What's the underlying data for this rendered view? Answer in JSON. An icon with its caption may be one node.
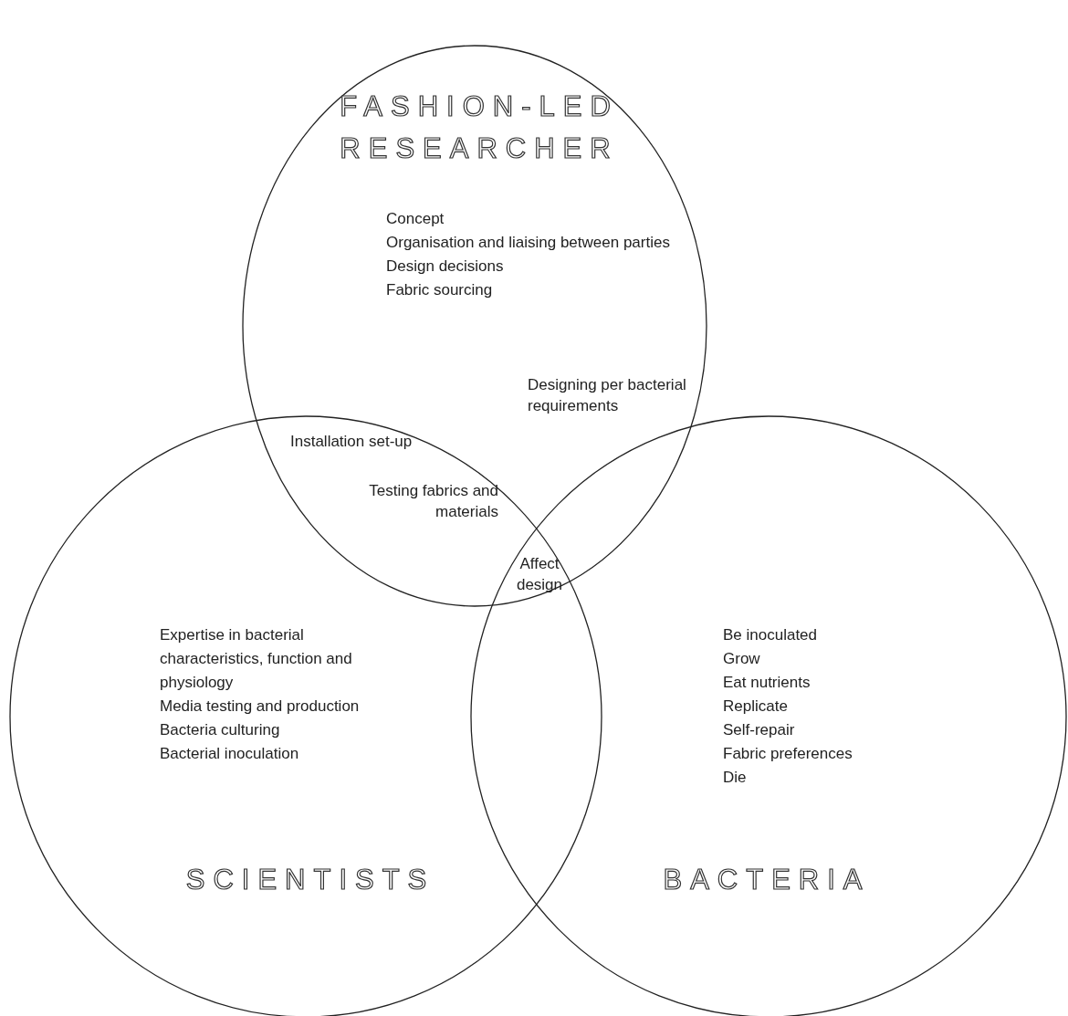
{
  "diagram": {
    "nodes": [
      {
        "text": [
          "FASHION-LED RESEARCHER",
          "Concept",
          "Organisation and liaising between parties",
          "Design decisions",
          "Fabric sourcing"
        ]
      },
      {
        "text": [
          "Expertise in bacterial characteristics, function and physiology",
          "Media testing and production",
          "Bacteria culturing",
          "Bacterial inoculation",
          "SCIENTISTS"
        ]
      },
      {
        "text": [
          "Be inoculated",
          "Grow",
          "Eat nutrients",
          "Replicate",
          "Self-repair",
          "Fabric preferences",
          "Die",
          "BACTERIA"
        ]
      }
    ],
    "edges": [],
    "labels": [
      "Designing per bacterial requirements",
      "Installation set-up",
      "Testing fabrics and materials",
      "Affect design"
    ]
  }
}
